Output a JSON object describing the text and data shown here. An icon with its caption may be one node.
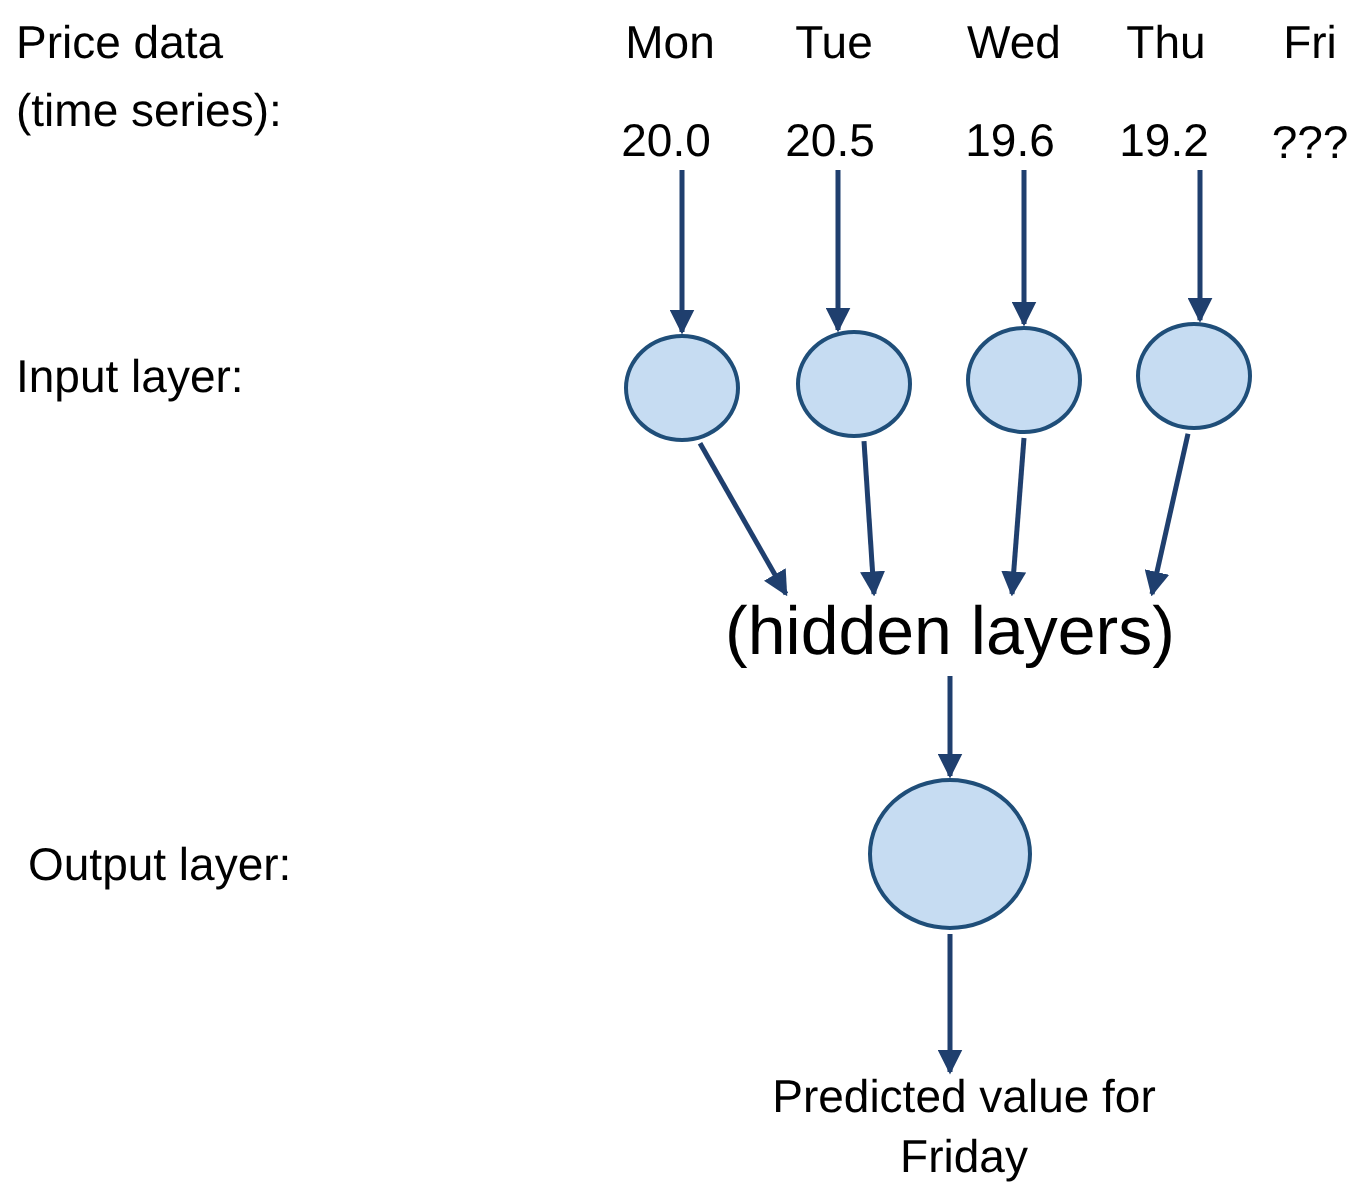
{
  "diagram": {
    "nodes": [
      {
        "text": [
          "20.0"
        ]
      },
      {
        "text": [
          "20.5"
        ]
      },
      {
        "text": [
          "19.6"
        ]
      },
      {
        "text": [
          "19.2"
        ]
      },
      {
        "text": [],
        "shape": "circle"
      },
      {
        "text": [],
        "shape": "circle"
      },
      {
        "text": [],
        "shape": "circle"
      },
      {
        "text": [],
        "shape": "circle"
      },
      {
        "text": [
          "(hidden layers)"
        ]
      },
      {
        "text": [],
        "shape": "circle"
      },
      {
        "text": [
          "Predicted value for Friday"
        ]
      }
    ],
    "edges": [
      {
        "from": 0,
        "to": 4,
        "arrow": "to"
      },
      {
        "from": 1,
        "to": 5,
        "arrow": "to"
      },
      {
        "from": 2,
        "to": 6,
        "arrow": "to"
      },
      {
        "from": 3,
        "to": 7,
        "arrow": "to"
      },
      {
        "from": 4,
        "to": 8,
        "arrow": "to"
      },
      {
        "from": 5,
        "to": 8,
        "arrow": "to"
      },
      {
        "from": 6,
        "to": 8,
        "arrow": "to"
      },
      {
        "from": 7,
        "to": 8,
        "arrow": "to"
      },
      {
        "from": 8,
        "to": 9,
        "arrow": "to"
      },
      {
        "from": 9,
        "to": 10,
        "arrow": "to"
      }
    ],
    "labels": [
      "Price data (time series):",
      "Mon",
      "Tue",
      "Wed",
      "Thu",
      "Fri",
      "???",
      "Input layer:",
      "Output layer:"
    ]
  }
}
